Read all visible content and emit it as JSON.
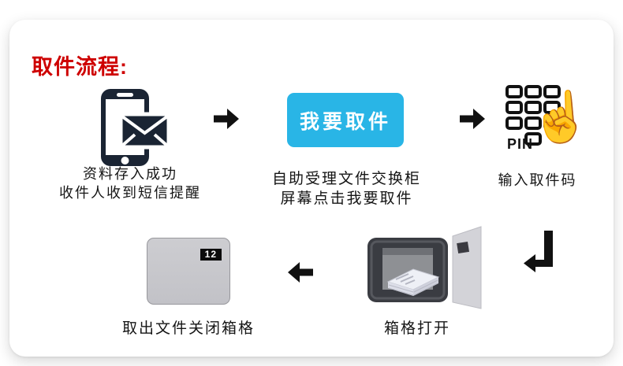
{
  "title": "取件流程:",
  "colors": {
    "accent_red": "#CE0000",
    "button_blue": "#29B5E6",
    "icon_dark": "#1A2433",
    "arrow_black": "#111111"
  },
  "steps": {
    "step1_sms": {
      "icon": "phone-message-icon",
      "caption_line1": "资料存入成功",
      "caption_line2": "收件人收到短信提醒"
    },
    "step2_kiosk": {
      "button_label": "我要取件",
      "caption_line1": "自助受理文件交换柜",
      "caption_line2": "屏幕点击我要取件"
    },
    "step3_pin": {
      "icon": "pin-keypad-icon",
      "keypad_label": "PIN",
      "caption": "输入取件码"
    },
    "step4_open": {
      "icon": "locker-open-icon",
      "caption": "箱格打开"
    },
    "step5_close": {
      "icon": "locker-closed-icon",
      "locker_number": "12",
      "caption": "取出文件关闭箱格"
    }
  }
}
